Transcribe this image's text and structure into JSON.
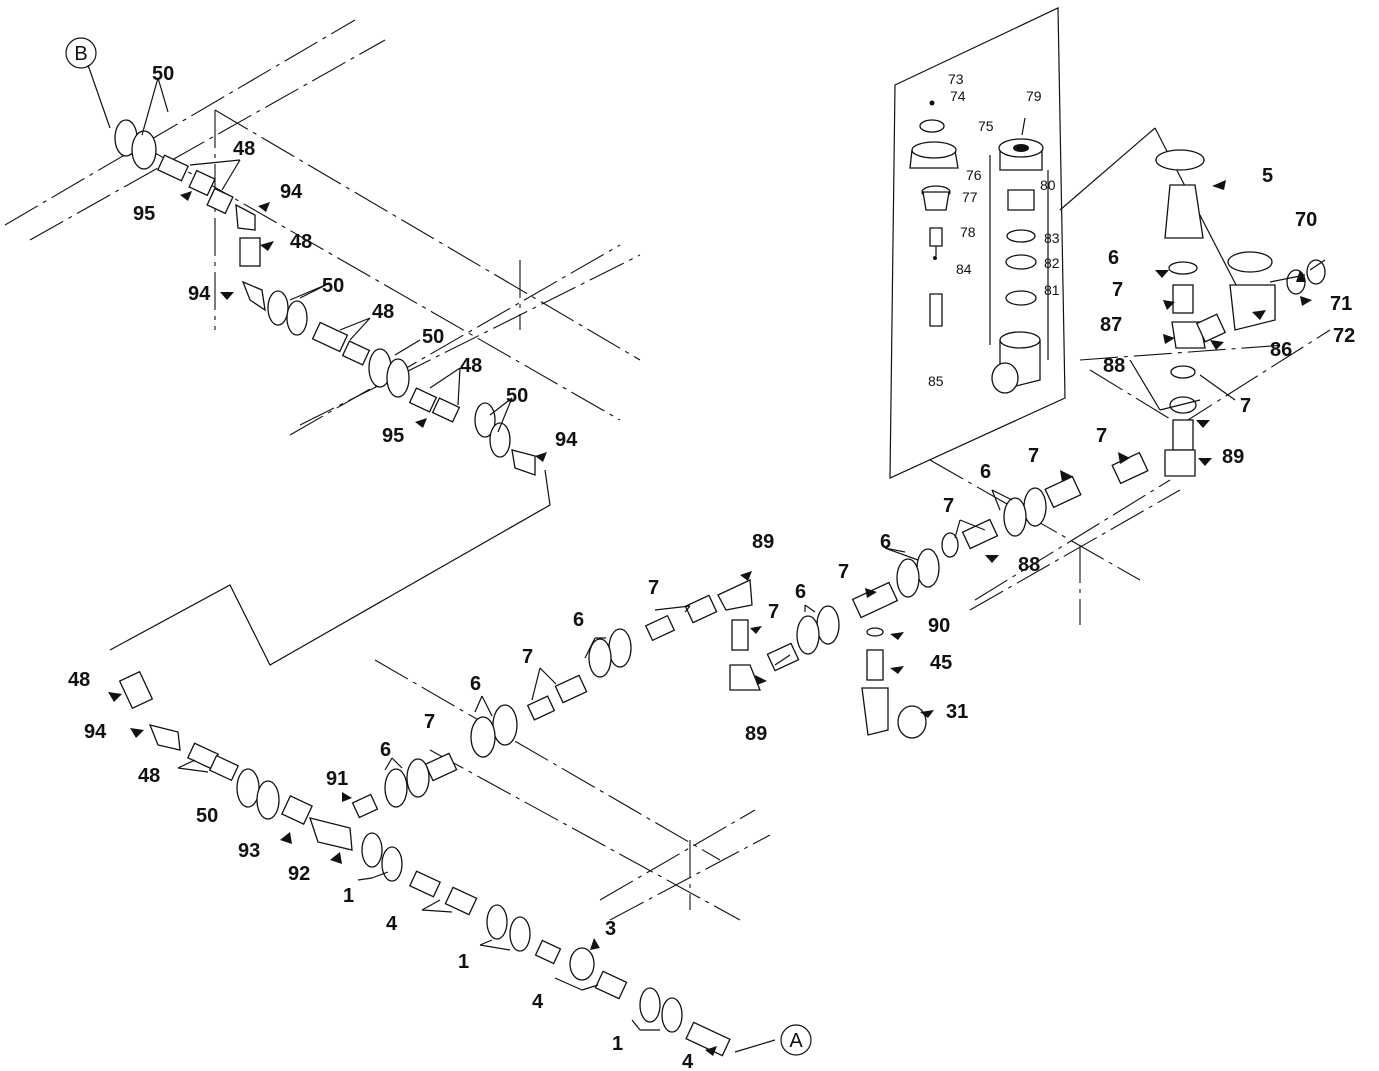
{
  "connectors": {
    "a": "A",
    "b": "B"
  },
  "callouts": {
    "c73": "73",
    "c74": "74",
    "c75": "75",
    "c76": "76",
    "c77": "77",
    "c78": "78",
    "c79": "79",
    "c80": "80",
    "c83": "83",
    "c82": "82",
    "c81": "81",
    "c84": "84",
    "c85": "85",
    "c5": "5",
    "c70": "70",
    "c71": "71",
    "c72": "72",
    "c86": "86",
    "c6a": "6",
    "c7a": "7",
    "c87": "87",
    "c88a": "88",
    "c7b": "7",
    "c7c": "7",
    "c89a": "89",
    "c6b": "6",
    "c7d": "7",
    "c7e": "7",
    "c88b": "88",
    "c6c": "6",
    "c7f": "7",
    "c90": "90",
    "c45": "45",
    "c31": "31",
    "c6d": "6",
    "c7g": "7",
    "c89b": "89",
    "c89c": "89",
    "c7h": "7",
    "c6e": "6",
    "c7i": "7",
    "c6f": "6",
    "c7j": "7",
    "c6g": "6",
    "c91": "91",
    "c50a": "50",
    "c48a": "48",
    "c95a": "95",
    "c94a": "94",
    "c48b": "48",
    "c94b": "94",
    "c50b": "50",
    "c48c": "48",
    "c50c": "50",
    "c48d": "48",
    "c50d": "50",
    "c95b": "95",
    "c94c": "94",
    "c48e": "48",
    "c94d": "94",
    "c48f": "48",
    "c50e": "50",
    "c93": "93",
    "c92": "92",
    "c1a": "1",
    "c4a": "4",
    "c1b": "1",
    "c3": "3",
    "c4b": "4",
    "c1c": "1",
    "c4c": "4"
  }
}
